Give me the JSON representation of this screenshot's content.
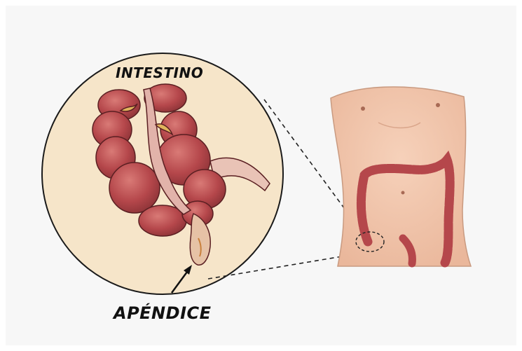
{
  "labels": {
    "top": "INTESTINO",
    "bottom": "APÉNDICE"
  },
  "icons": {
    "intestine": "intestine-illustration",
    "torso": "torso-illustration",
    "arrow": "arrow-icon"
  },
  "colors": {
    "background": "#f7f7f7",
    "circle_fill": "#f6e5c9",
    "intestine": "#b5474b",
    "skin": "#f1c3a8",
    "outline": "#1a1a1a"
  }
}
